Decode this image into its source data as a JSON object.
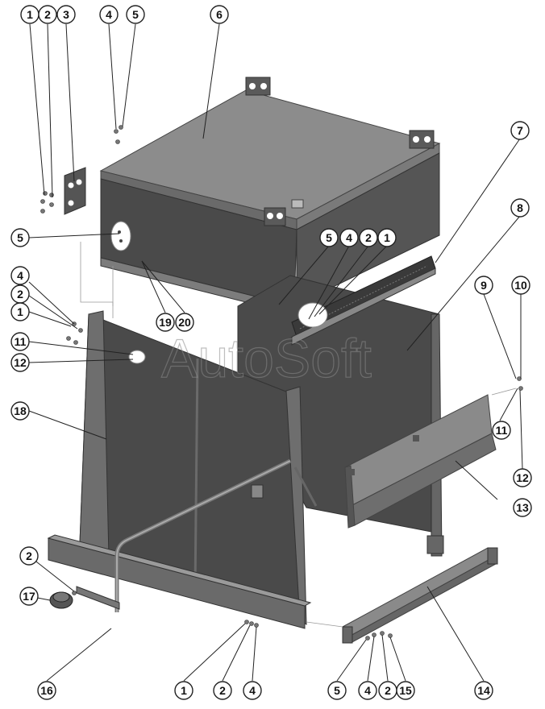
{
  "watermark": "AutoSoft",
  "colors": {
    "panel_dark": "#4a4a4a",
    "panel_mid": "#5a5a5a",
    "roof_top": "#8c8c8c",
    "frame": "#6e6e6e",
    "leader": "#222222"
  },
  "callouts": [
    {
      "id": "c1",
      "num": "1"
    },
    {
      "id": "c2",
      "num": "2"
    },
    {
      "id": "c3",
      "num": "3"
    },
    {
      "id": "c4",
      "num": "4"
    },
    {
      "id": "c5",
      "num": "5"
    },
    {
      "id": "c6",
      "num": "6"
    },
    {
      "id": "c7",
      "num": "7"
    },
    {
      "id": "c8",
      "num": "8"
    },
    {
      "id": "c5b",
      "num": "5"
    },
    {
      "id": "c5c",
      "num": "5"
    },
    {
      "id": "c4c",
      "num": "4"
    },
    {
      "id": "c2c",
      "num": "2"
    },
    {
      "id": "c1c",
      "num": "1"
    },
    {
      "id": "c9",
      "num": "9"
    },
    {
      "id": "c10",
      "num": "10"
    },
    {
      "id": "c4d",
      "num": "4"
    },
    {
      "id": "c2d",
      "num": "2"
    },
    {
      "id": "c1d",
      "num": "1"
    },
    {
      "id": "c19",
      "num": "19"
    },
    {
      "id": "c20",
      "num": "20"
    },
    {
      "id": "c11",
      "num": "11"
    },
    {
      "id": "c12",
      "num": "12"
    },
    {
      "id": "c11b",
      "num": "11"
    },
    {
      "id": "c12b",
      "num": "12"
    },
    {
      "id": "c18",
      "num": "18"
    },
    {
      "id": "c13",
      "num": "13"
    },
    {
      "id": "c2e",
      "num": "2"
    },
    {
      "id": "c17",
      "num": "17"
    },
    {
      "id": "c14",
      "num": "14"
    },
    {
      "id": "c16",
      "num": "16"
    },
    {
      "id": "c1f",
      "num": "1"
    },
    {
      "id": "c2f",
      "num": "2"
    },
    {
      "id": "c4f",
      "num": "4"
    },
    {
      "id": "c5g",
      "num": "5"
    },
    {
      "id": "c4g",
      "num": "4"
    },
    {
      "id": "c2g",
      "num": "2"
    },
    {
      "id": "c15",
      "num": "15"
    }
  ]
}
